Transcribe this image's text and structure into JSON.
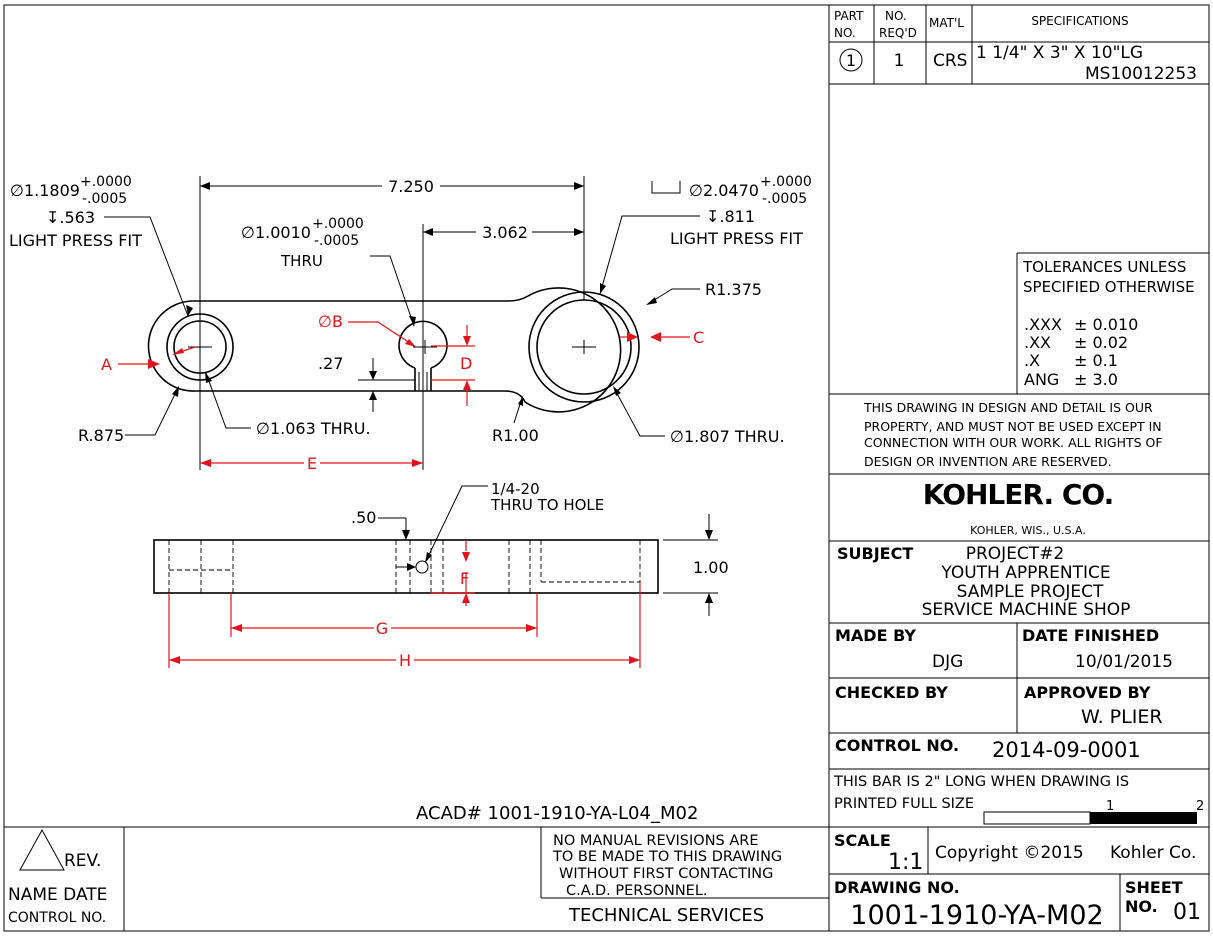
{
  "bom": {
    "headers": {
      "part_no_1": "PART",
      "part_no_2": "NO.",
      "qty_1": "NO.",
      "qty_2": "REQ'D",
      "material": "MAT'L",
      "specifications": "SPECIFICATIONS"
    },
    "row": {
      "part": "1",
      "qty": "1",
      "material": "CRS",
      "spec_line1": "1 1/4\" X 3\" X 10\"LG",
      "spec_line2": "MS10012253"
    }
  },
  "tolerances": {
    "title_1": "TOLERANCES UNLESS",
    "title_2": "SPECIFIED OTHERWISE",
    "rows": [
      {
        "label": ".XXX",
        "value": "± 0.010"
      },
      {
        "label": ".XX",
        "value": "± 0.02"
      },
      {
        "label": ".X",
        "value": "± 0.1"
      },
      {
        "label": "ANG",
        "value": "± 3.0"
      }
    ]
  },
  "notice": [
    "THIS DRAWING IN DESIGN AND DETAIL IS OUR",
    "PROPERTY, AND MUST NOT BE USED EXCEPT IN",
    "CONNECTION WITH OUR WORK.  ALL RIGHTS OF",
    "DESIGN OR INVENTION ARE RESERVED."
  ],
  "company": {
    "name": "KOHLER. CO.",
    "location": "KOHLER,  WIS.,  U.S.A."
  },
  "subject": {
    "label": "SUBJECT",
    "lines": [
      "PROJECT#2",
      "YOUTH APPRENTICE",
      "SAMPLE PROJECT",
      "SERVICE MACHINE SHOP"
    ]
  },
  "made_by": {
    "label": "MADE BY",
    "value": "DJG"
  },
  "date_finished": {
    "label": "DATE FINISHED",
    "value": "10/01/2015"
  },
  "checked_by": {
    "label": "CHECKED BY",
    "value": ""
  },
  "approved_by": {
    "label": "APPROVED BY",
    "value": "W. PLIER"
  },
  "control_no": {
    "label": "CONTROL NO.",
    "value": "2014-09-0001"
  },
  "scale_bar": {
    "line1": "THIS BAR IS 2\" LONG WHEN DRAWING IS",
    "line2": "PRINTED FULL SIZE",
    "tick1": "1",
    "tick2": "2"
  },
  "scale": {
    "label": "SCALE",
    "value": "1:1"
  },
  "copyright": {
    "text": "Copyright ©2015",
    "owner": "Kohler Co."
  },
  "drawing_no": {
    "label": "DRAWING NO.",
    "value": "1001-1910-YA-M02"
  },
  "sheet": {
    "label": "SHEET",
    "no_label": "NO.",
    "value": "01"
  },
  "acad": "ACAD# 1001-1910-YA-L04_M02",
  "revision": {
    "rev": "REV.",
    "name_date": "NAME  DATE",
    "control_no": "CONTROL NO."
  },
  "manual_notice": [
    "NO MANUAL REVISIONS ARE",
    "TO BE MADE TO THIS DRAWING",
    "WITHOUT FIRST CONTACTING",
    "C.A.D. PERSONNEL."
  ],
  "tech_services": "TECHNICAL SERVICES",
  "dims": {
    "left_bore_dia": "∅1.1809",
    "left_bore_tol_plus": "+.0000",
    "left_bore_tol_minus": "-.0005",
    "left_bore_depth": "↧.563",
    "left_fit": "LIGHT PRESS FIT",
    "overall_center": "7.250",
    "mid_hole_dia": "∅1.0010",
    "mid_hole_tol_plus": "+.0000",
    "mid_hole_tol_minus": "-.0005",
    "mid_hole_thru": "THRU",
    "center_offset": "3.062",
    "right_bore_dia": "∅2.0470",
    "right_bore_tol_plus": "+.0000",
    "right_bore_tol_minus": "-.0005",
    "right_bore_depth": "↧.811",
    "right_fit": "LIGHT PRESS FIT",
    "right_radius": "R1.375",
    "slot_offset": ".27",
    "left_radius": "R.875",
    "left_thru": "∅1.063 THRU.",
    "web_radius": "R1.00",
    "right_thru": "∅1.807 THRU.",
    "tap_1": "1/4-20",
    "tap_2": "THRU TO HOLE",
    "tap_offset": ".50",
    "thickness": "1.00",
    "var_a": "A",
    "var_b": "∅B",
    "var_c": "C",
    "var_d": "D",
    "var_e": "E",
    "var_f": "F",
    "var_g": "G",
    "var_h": "H"
  },
  "colors": {
    "dimension_red": "#e0141e",
    "line": "#000000"
  }
}
